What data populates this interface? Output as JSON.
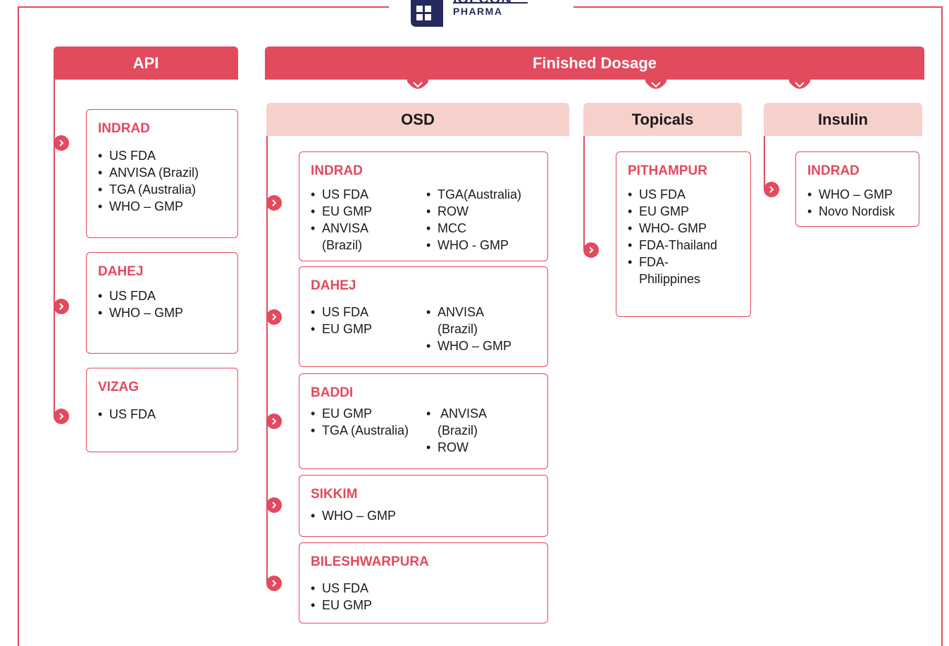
{
  "logo": {
    "text_top": "IOLCON",
    "text": "PHARMA"
  },
  "api": {
    "header": "API",
    "cards": [
      {
        "title": "INDRAD",
        "items": [
          "US FDA",
          "ANVISA (Brazil)",
          "TGA (Australia)",
          "WHO – GMP"
        ]
      },
      {
        "title": "DAHEJ",
        "items": [
          "US FDA",
          "WHO – GMP"
        ]
      },
      {
        "title": "VIZAG",
        "items": [
          "US FDA"
        ]
      }
    ]
  },
  "finished": {
    "header": "Finished Dosage",
    "osd": {
      "header": "OSD",
      "cards": [
        {
          "title": "INDRAD",
          "col1": [
            "US FDA",
            "EU GMP",
            "ANVISA\n(Brazil)"
          ],
          "col2": [
            "TGA(Australia)",
            "ROW",
            "MCC",
            "WHO - GMP"
          ]
        },
        {
          "title": "DAHEJ",
          "col1": [
            "US FDA",
            "EU GMP"
          ],
          "col2": [
            "ANVISA\n(Brazil)",
            "WHO – GMP"
          ]
        },
        {
          "title": "BADDI",
          "col1": [
            "EU GMP",
            "TGA (Australia)"
          ],
          "col2": [
            " ANVISA\n(Brazil)",
            "ROW"
          ]
        },
        {
          "title": "SIKKIM",
          "col1": [
            "WHO – GMP"
          ]
        },
        {
          "title": "BILESHWARPURA",
          "col1": [
            "US FDA",
            "EU GMP"
          ]
        }
      ]
    },
    "topicals": {
      "header": "Topicals",
      "cards": [
        {
          "title": "PITHAMPUR",
          "items": [
            "US FDA",
            "EU GMP",
            "WHO- GMP",
            "FDA-Thailand",
            "FDA-\nPhilippines"
          ]
        }
      ]
    },
    "insulin": {
      "header": "Insulin",
      "cards": [
        {
          "title": "INDRAD",
          "items": [
            "WHO – GMP",
            "Novo Nordisk"
          ]
        }
      ]
    }
  },
  "colors": {
    "accent": "#e24a5e",
    "sub_header_bg": "#f6d1cc",
    "logo_navy": "#262a5c"
  }
}
